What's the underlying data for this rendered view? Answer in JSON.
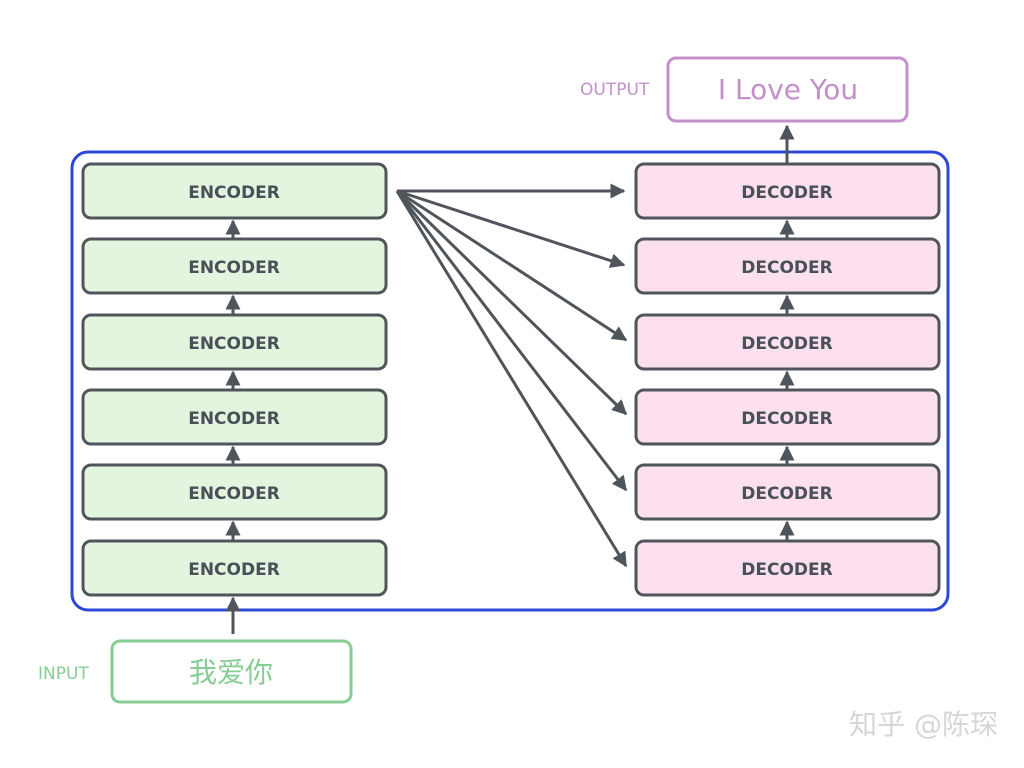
{
  "colors": {
    "frame": "#2d47d6",
    "encoder_fill": "#e3f5df",
    "decoder_fill": "#fde0ee",
    "block_stroke": "#50555c",
    "arrow": "#50555c",
    "input_accent": "#86cd94",
    "output_accent": "#c58fcc",
    "watermark": "#d6d6d6"
  },
  "encoders": [
    {
      "label": "ENCODER"
    },
    {
      "label": "ENCODER"
    },
    {
      "label": "ENCODER"
    },
    {
      "label": "ENCODER"
    },
    {
      "label": "ENCODER"
    },
    {
      "label": "ENCODER"
    }
  ],
  "decoders": [
    {
      "label": "DECODER"
    },
    {
      "label": "DECODER"
    },
    {
      "label": "DECODER"
    },
    {
      "label": "DECODER"
    },
    {
      "label": "DECODER"
    },
    {
      "label": "DECODER"
    }
  ],
  "input": {
    "label": "INPUT",
    "text": "我爱你"
  },
  "output": {
    "label": "OUTPUT",
    "text": "I Love You"
  },
  "watermark": "知乎 @陈琛"
}
